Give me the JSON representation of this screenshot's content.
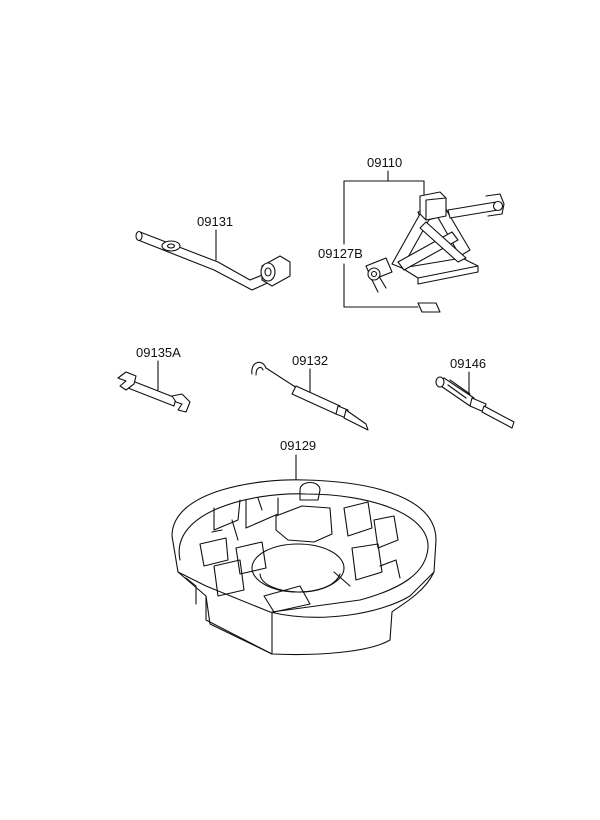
{
  "parts": [
    {
      "key": "jack",
      "number": "09110",
      "icon": "scissor-jack-icon"
    },
    {
      "key": "jack_handle",
      "number": "09127B",
      "icon": "jack-handle-icon"
    },
    {
      "key": "wheel_wrench",
      "number": "09131",
      "icon": "lug-wrench-icon"
    },
    {
      "key": "spanner",
      "number": "09135A",
      "icon": "spanner-icon"
    },
    {
      "key": "hook_bar",
      "number": "09132",
      "icon": "hook-bar-icon"
    },
    {
      "key": "screwdriver",
      "number": "09146",
      "icon": "screwdriver-icon"
    },
    {
      "key": "tool_tray",
      "number": "09129",
      "icon": "tool-tray-icon"
    }
  ]
}
